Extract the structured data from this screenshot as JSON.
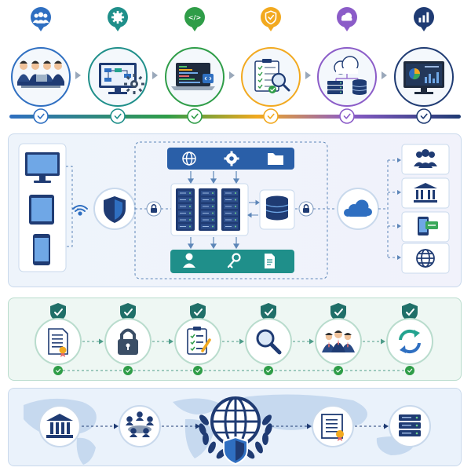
{
  "colors": {
    "navy": "#1f3b73",
    "blue": "#2f6fc1",
    "teal": "#23a38f",
    "green": "#2f9d48",
    "orange": "#f2a91f",
    "purple": "#8b5cc8",
    "darkteal": "#1f7f78",
    "panel_blue": "#eef4fb",
    "panel_green": "#eef7f3"
  },
  "process_steps": [
    {
      "badge_icon": "team-icon",
      "badge_color": "#2f6fc1",
      "illustration": "business-meeting"
    },
    {
      "badge_icon": "gear-icon",
      "badge_color": "#1f8f8a",
      "illustration": "workflow-monitor"
    },
    {
      "badge_icon": "code-icon",
      "badge_color": "#2f9d48",
      "illustration": "code-laptop"
    },
    {
      "badge_icon": "shield-check-icon",
      "badge_color": "#f2a91f",
      "illustration": "checklist-magnifier"
    },
    {
      "badge_icon": "cloud-icon",
      "badge_color": "#8b5cc8",
      "illustration": "cloud-servers"
    },
    {
      "badge_icon": "bar-chart-icon",
      "badge_color": "#1f3b73",
      "illustration": "dashboard-monitor"
    }
  ],
  "badges": {
    "code_label": "</>"
  },
  "network": {
    "devices": [
      "desktop-icon",
      "tablet-icon",
      "phone-icon"
    ],
    "top_bar_icons": [
      "globe-icon",
      "gear-icon",
      "folder-icon"
    ],
    "bottom_bar_icons": [
      "user-icon",
      "key-icon",
      "document-icon"
    ],
    "destinations": [
      "people-group-icon",
      "bank-icon",
      "mobile-payment-icon",
      "globe-icon"
    ]
  },
  "security_steps": [
    "certificate-icon",
    "padlock-icon",
    "checklist-icon",
    "magnifier-icon",
    "team-icon",
    "refresh-icon"
  ],
  "global_row": [
    "bank-icon",
    "meeting-icon",
    "globe-laurel-emblem",
    "certificate-icon",
    "server-icon"
  ]
}
